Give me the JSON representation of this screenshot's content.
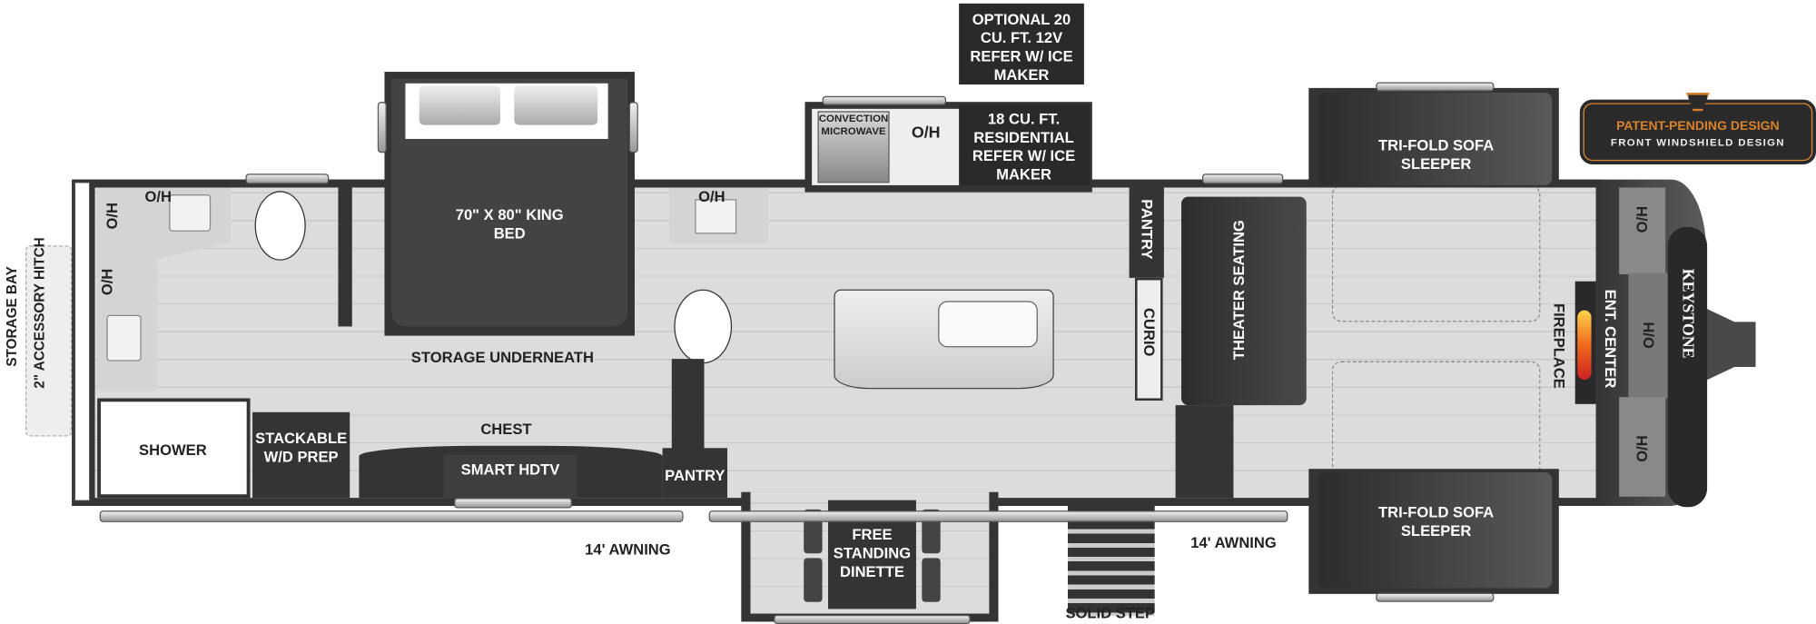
{
  "colors": {
    "wall": "#353336",
    "floor": "#dcdcdc",
    "badge_bg": "#2b2a2a",
    "badge_accent": "#d9822b",
    "flame": "#f06a1c"
  },
  "labels": {
    "storage_bay": "STORAGE BAY",
    "accessory_hitch": "2\" ACCESSORY HITCH",
    "oh_bath_top": "O/H",
    "oh_bath_side1": "O/H",
    "oh_bath_side2": "O/H",
    "shower": "SHOWER",
    "stackable": "STACKABLE W/D PREP",
    "king_bed": "70\" X 80\" KING BED",
    "storage_underneath": "STORAGE UNDERNEATH",
    "chest": "CHEST",
    "smart_hdtv": "SMART HDTV",
    "pantry_rear": "PANTRY",
    "oh_half_bath": "O/H",
    "convection_microwave": "CONVECTION MICROWAVE",
    "oh_kitchen": "O/H",
    "residential_refer": "18 CU. FT. RESIDENTIAL REFER W/ ICE MAKER",
    "optional_refer": "OPTIONAL 20 CU. FT. 12V REFER W/ ICE MAKER",
    "pantry_front": "PANTRY",
    "curio": "CURIO",
    "theater_seating": "THEATER SEATING",
    "sofa_top": "TRI-FOLD SOFA SLEEPER",
    "sofa_bottom": "TRI-FOLD SOFA SLEEPER",
    "fireplace": "FIREPLACE",
    "ent_center": "ENT. CENTER",
    "oh_front1": "O/H",
    "oh_front2": "O/H",
    "oh_front3": "O/H",
    "dinette": "FREE STANDING DINETTE",
    "awning_rear": "14' AWNING",
    "awning_front": "14' AWNING",
    "solid_step": "SOLID STEP"
  },
  "badge": {
    "title": "PATENT-PENDING DESIGN",
    "subtitle": "FRONT WINDSHIELD DESIGN"
  },
  "logo": {
    "text": "KEYSTONE"
  }
}
